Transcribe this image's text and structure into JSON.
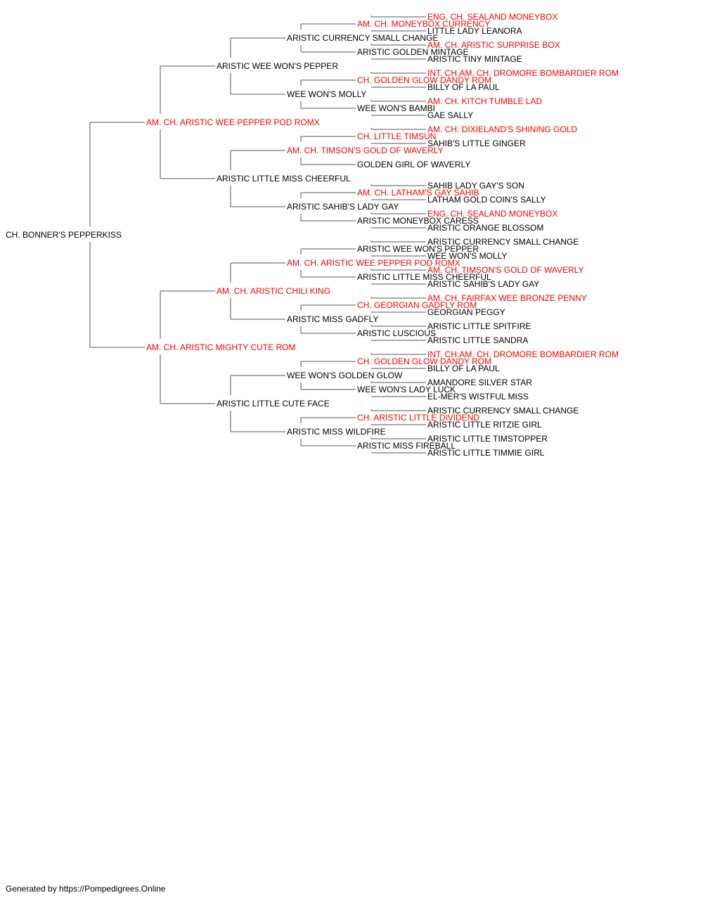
{
  "colors": {
    "champion": "#ff0000",
    "regular": "#000000",
    "line": "#555555"
  },
  "footer": "Generated by https://Pompedigrees.Online",
  "pedigree": {
    "name": "CH. BONNER'S PEPPERKISS",
    "champion": false,
    "sire": {
      "name": "AM. CH. ARISTIC WEE PEPPER POD ROMX",
      "champion": true,
      "sire": {
        "name": "ARISTIC WEE WON'S PEPPER",
        "champion": false,
        "sire": {
          "name": "ARISTIC CURRENCY SMALL CHANGE",
          "champion": false,
          "sire": {
            "name": "AM. CH. MONEYBOX CURRENCY",
            "champion": true,
            "sire": {
              "name": "ENG. CH. SEALAND MONEYBOX",
              "champion": true
            },
            "dam": {
              "name": "LITTLE LADY LEANORA",
              "champion": false
            }
          },
          "dam": {
            "name": "ARISTIC GOLDEN MINTAGE",
            "champion": false,
            "sire": {
              "name": "AM. CH. ARISTIC SURPRISE BOX",
              "champion": true
            },
            "dam": {
              "name": "ARISTIC TINY MINTAGE",
              "champion": false
            }
          }
        },
        "dam": {
          "name": "WEE WON'S MOLLY",
          "champion": false,
          "sire": {
            "name": "CH. GOLDEN GLOW DANDY ROM",
            "champion": true,
            "sire": {
              "name": "INT. CH.AM. CH. DROMORE BOMBARDIER ROM",
              "champion": true
            },
            "dam": {
              "name": "BILLY OF LA PAUL",
              "champion": false
            }
          },
          "dam": {
            "name": "WEE WON'S BAMBI",
            "champion": false,
            "sire": {
              "name": "AM. CH. KITCH TUMBLE LAD",
              "champion": true
            },
            "dam": {
              "name": "GAE SALLY",
              "champion": false
            }
          }
        }
      },
      "dam": {
        "name": "ARISTIC LITTLE MISS CHEERFUL",
        "champion": false,
        "sire": {
          "name": "AM. CH. TIMSON'S GOLD OF WAVERLY",
          "champion": true,
          "sire": {
            "name": "CH. LITTLE TIMSUN",
            "champion": true,
            "sire": {
              "name": "AM. CH. DIXIELAND'S SHINING GOLD",
              "champion": true
            },
            "dam": {
              "name": "SAHIB'S LITTLE GINGER",
              "champion": false
            }
          },
          "dam": {
            "name": "GOLDEN GIRL OF WAVERLY",
            "champion": false
          }
        },
        "dam": {
          "name": "ARISTIC SAHIB'S LADY GAY",
          "champion": false,
          "sire": {
            "name": "AM. CH. LATHAM'S GAY SAHIB",
            "champion": true,
            "sire": {
              "name": "SAHIB LADY GAY'S SON",
              "champion": false
            },
            "dam": {
              "name": "LATHAM GOLD COIN'S SALLY",
              "champion": false
            }
          },
          "dam": {
            "name": "ARISTIC MONEYBOX CARESS",
            "champion": false,
            "sire": {
              "name": "ENG. CH. SEALAND MONEYBOX",
              "champion": true
            },
            "dam": {
              "name": "ARISTIC ORANGE BLOSSOM",
              "champion": false
            }
          }
        }
      }
    },
    "dam": {
      "name": "AM. CH. ARISTIC MIGHTY CUTE ROM",
      "champion": true,
      "sire": {
        "name": "AM. CH. ARISTIC CHILI KING",
        "champion": true,
        "sire": {
          "name": "AM. CH. ARISTIC WEE PEPPER POD ROMX",
          "champion": true,
          "sire": {
            "name": "ARISTIC WEE WON'S PEPPER",
            "champion": false,
            "sire": {
              "name": "ARISTIC CURRENCY SMALL CHANGE",
              "champion": false
            },
            "dam": {
              "name": "WEE WON'S MOLLY",
              "champion": false
            }
          },
          "dam": {
            "name": "ARISTIC LITTLE MISS CHEERFUL",
            "champion": false,
            "sire": {
              "name": "AM. CH. TIMSON'S GOLD OF WAVERLY",
              "champion": true
            },
            "dam": {
              "name": "ARISTIC SAHIB'S LADY GAY",
              "champion": false
            }
          }
        },
        "dam": {
          "name": "ARISTIC MISS GADFLY",
          "champion": false,
          "sire": {
            "name": "CH. GEORGIAN GADFLY ROM",
            "champion": true,
            "sire": {
              "name": "AM. CH. FAIRFAX WEE BRONZE PENNY",
              "champion": true
            },
            "dam": {
              "name": "GEORGIAN PEGGY",
              "champion": false
            }
          },
          "dam": {
            "name": "ARISTIC LUSCIOUS",
            "champion": false,
            "sire": {
              "name": "ARISTIC LITTLE SPITFIRE",
              "champion": false
            },
            "dam": {
              "name": "ARISTIC LITTLE SANDRA",
              "champion": false
            }
          }
        }
      },
      "dam": {
        "name": "ARISTIC LITTLE CUTE FACE",
        "champion": false,
        "sire": {
          "name": "WEE WON'S GOLDEN GLOW",
          "champion": false,
          "sire": {
            "name": "CH. GOLDEN GLOW DANDY ROM",
            "champion": true,
            "sire": {
              "name": "INT. CH.AM. CH. DROMORE BOMBARDIER ROM",
              "champion": true
            },
            "dam": {
              "name": "BILLY OF LA PAUL",
              "champion": false
            }
          },
          "dam": {
            "name": "WEE WON'S LADY LUCK",
            "champion": false,
            "sire": {
              "name": "AMANDORE SILVER STAR",
              "champion": false
            },
            "dam": {
              "name": "EL-MER'S WISTFUL MISS",
              "champion": false
            }
          }
        },
        "dam": {
          "name": "ARISTIC MISS WILDFIRE",
          "champion": false,
          "sire": {
            "name": "CH. ARISTIC LITTLE DIVIDEND",
            "champion": true,
            "sire": {
              "name": "ARISTIC CURRENCY SMALL CHANGE",
              "champion": false
            },
            "dam": {
              "name": "ARISTIC LITTLE RITZIE GIRL",
              "champion": false
            }
          },
          "dam": {
            "name": "ARISTIC MISS FIREBALL",
            "champion": false,
            "sire": {
              "name": "ARISTIC LITTLE TIMSTOPPER",
              "champion": false
            },
            "dam": {
              "name": "ARISTIC LITTLE TIMMIE GIRL",
              "champion": false
            }
          }
        }
      }
    }
  }
}
